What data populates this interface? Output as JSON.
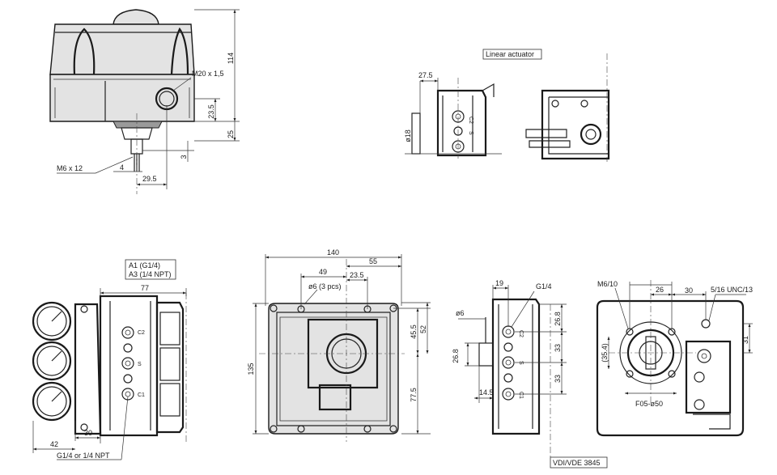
{
  "labels": {
    "dim_114": "114",
    "dim_25": "25",
    "dim_23_5_v": "23.5",
    "m20": "M20 x 1,5",
    "m6x12": "M6 x 12",
    "dim_4": "4",
    "dim_3": "3",
    "dim_29_5": "29.5",
    "linear_actuator": "Linear actuator",
    "dim_27_5": "27.5",
    "dia18": "ø18",
    "a1": "A1 (G1/4)",
    "a3": "A3 (1/4 NPT)",
    "dim_77": "77",
    "dim_30_b": "30",
    "dim_42": "42",
    "g14_npt": "G1/4 or 1/4 NPT",
    "dim_140": "140",
    "dim_55": "55",
    "dim_49": "49",
    "dia6_3pcs": "ø6 (3 pcs)",
    "dim_23_5_h": "23.5",
    "dim_45_5": "45.5",
    "dim_52": "52",
    "dim_135": "135",
    "dim_77_5": "77.5",
    "dim_19": "19",
    "g14": "G1/4",
    "dia6": "ø6",
    "dim_26_8_a": "26.8",
    "dim_26_8_b": "26.8",
    "dim_33_a": "33",
    "dim_33_b": "33",
    "dim_14_5": "14.5",
    "vdi": "VDI/VDE 3845",
    "m6_10": "M6/10",
    "dim_26": "26",
    "dim_30_r": "30",
    "unc": "5/16 UNC/13",
    "dim_31": "31",
    "dim_35_4": "(35.4)",
    "f05": "F05-ø50",
    "port_c2": "C2",
    "port_s": "S",
    "port_c1": "C1"
  }
}
